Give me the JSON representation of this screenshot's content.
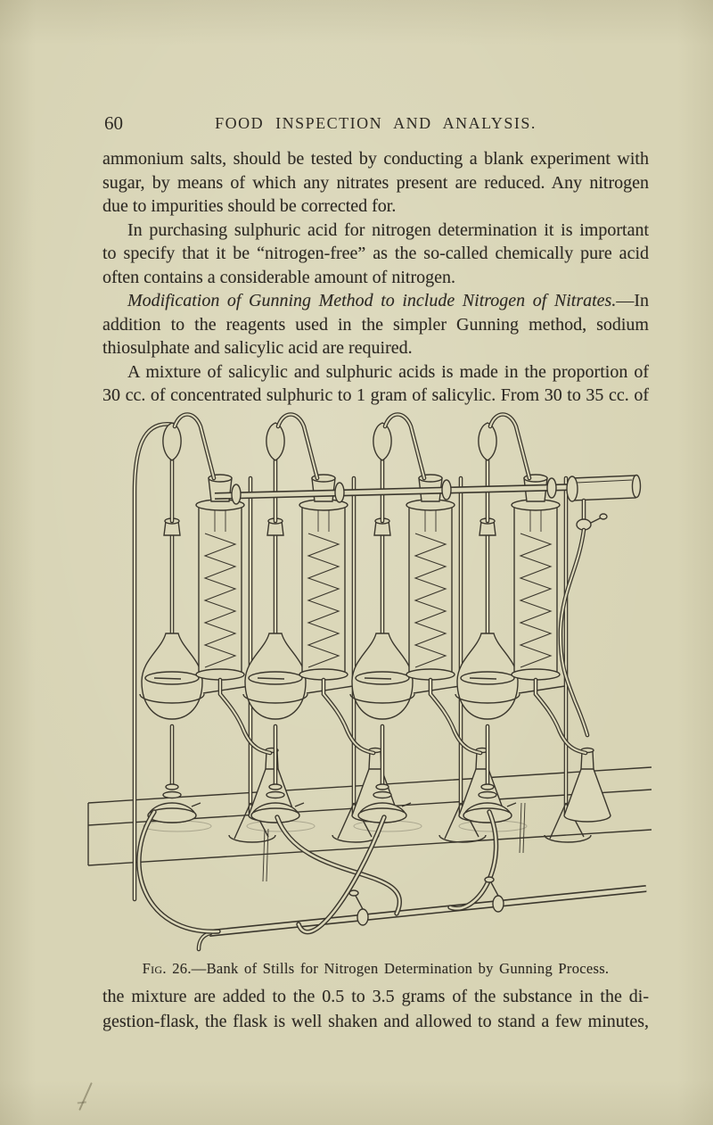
{
  "page": {
    "number": "60",
    "running_title": "FOOD INSPECTION AND ANALYSIS."
  },
  "body": {
    "p1l1": "ammonium salts, should be tested by conducting a blank experiment with",
    "p1l2": "sugar, by means of which any nitrates present are reduced.  Any nitrogen",
    "p1l3": "due to impurities should be corrected for.",
    "p2l1": "In purchasing sulphuric acid for nitrogen determination it is important",
    "p2l2": "to specify that it be “nitrogen-free” as the so-called chemically pure acid",
    "p2l3": "often contains a considerable amount of nitrogen.",
    "p3l1_italic": "Modification of Gunning Method to include Nitrogen of Nitrates.",
    "p3l1_rest": "—In",
    "p3l2": "addition to the reagents used in the simpler Gunning method, sodium",
    "p3l3": "thiosulphate and salicylic acid are required.",
    "p4l1": "A mixture of salicylic and sulphuric acids is made in the proportion of",
    "p4l2": "30 cc. of concentrated sulphuric to 1 gram of salicylic.  From 30 to 35 cc. of",
    "p5l1": "the mixture are added to the 0.5 to 3.5 grams of the substance in the di-",
    "p5l2": "gestion-flask, the flask is well shaken and allowed to stand a few minutes,"
  },
  "figure": {
    "caption_label": "Fig. 26.",
    "caption_text": "—Bank of Stills for Nitrogen Determination by Gunning Process."
  },
  "colors": {
    "paper": "#d8d4b5",
    "ink": "#2f2b25",
    "figure_ink": "#3b372d"
  }
}
